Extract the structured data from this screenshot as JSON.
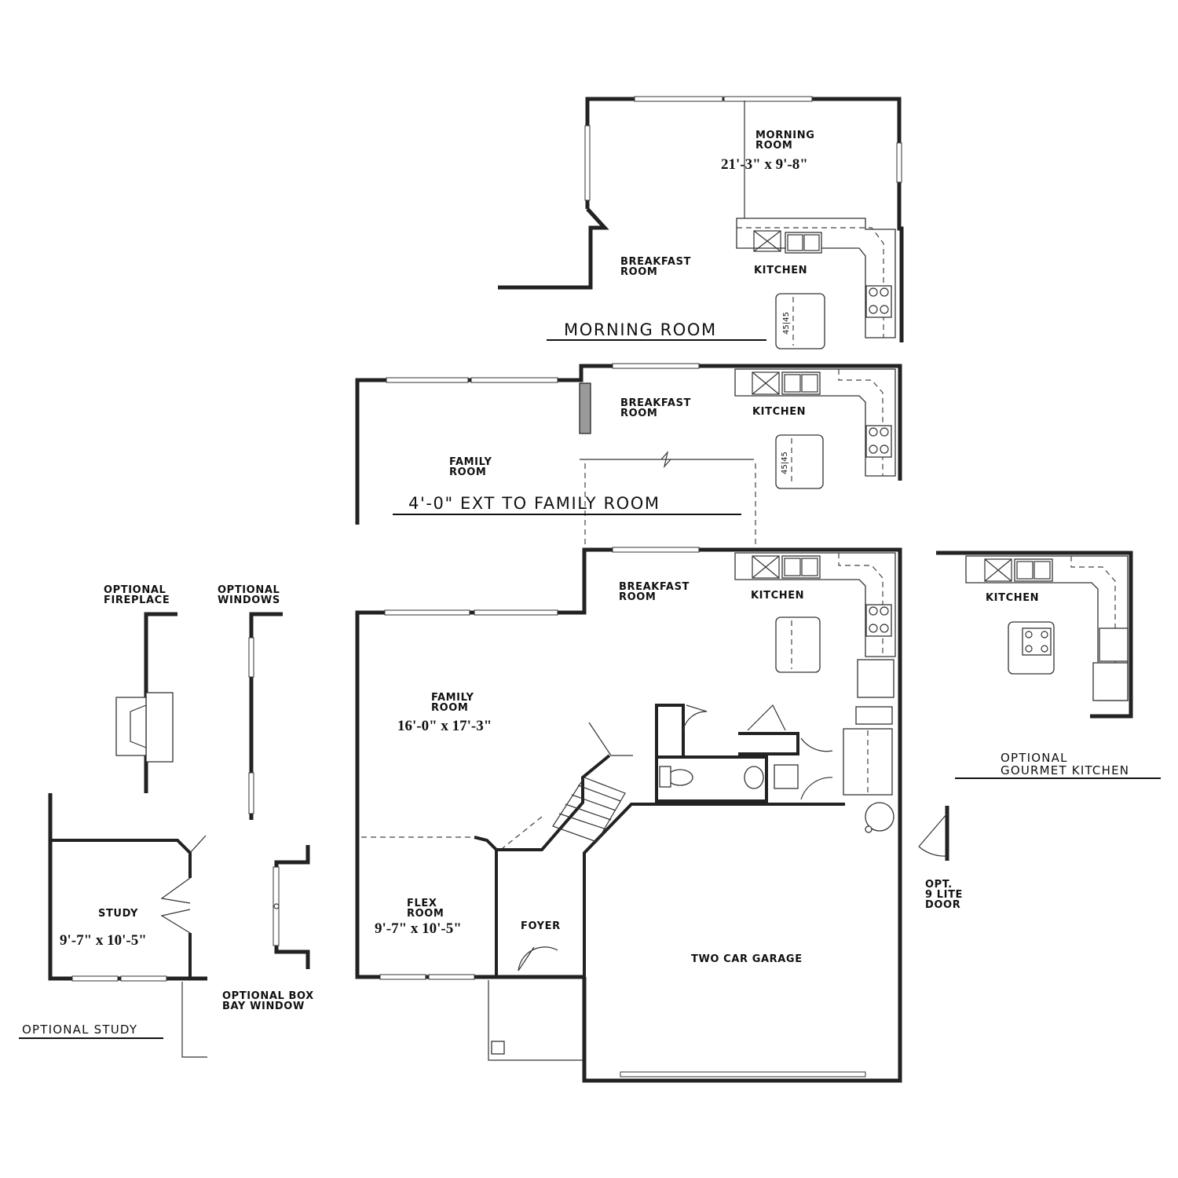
{
  "titles": {
    "morning_room": "MORNING ROOM",
    "ext_family_room": "4'-0\" EXT TO FAMILY ROOM",
    "optional_gourmet_kitchen_1": "OPTIONAL",
    "optional_gourmet_kitchen_2": "GOURMET KITCHEN",
    "optional_study": "OPTIONAL STUDY"
  },
  "morning_plan": {
    "morning_1": "MORNING",
    "morning_2": "ROOM",
    "morning_dim": "21'-3\" x 9'-8\"",
    "breakfast_1": "BREAKFAST",
    "breakfast_2": "ROOM",
    "kitchen": "KITCHEN",
    "island_code": "45|45"
  },
  "ext_plan": {
    "breakfast_1": "BREAKFAST",
    "breakfast_2": "ROOM",
    "kitchen": "KITCHEN",
    "family_1": "FAMILY",
    "family_2": "ROOM",
    "island_code": "45|45"
  },
  "main_plan": {
    "breakfast_1": "BREAKFAST",
    "breakfast_2": "ROOM",
    "kitchen": "KITCHEN",
    "family_1": "FAMILY",
    "family_2": "ROOM",
    "family_dim": "16'-0\" x 17'-3\"",
    "flex_1": "FLEX",
    "flex_2": "ROOM",
    "flex_dim": "9'-7\" x 10'-5\"",
    "foyer": "FOYER",
    "garage": "TWO CAR GARAGE"
  },
  "gourmet_plan": {
    "kitchen": "KITCHEN"
  },
  "options": {
    "fireplace_1": "OPTIONAL",
    "fireplace_2": "FIREPLACE",
    "windows_1": "OPTIONAL",
    "windows_2": "WINDOWS",
    "box_bay_1": "OPTIONAL BOX",
    "box_bay_2": "BAY WINDOW",
    "door_1": "OPT.",
    "door_2": "9 LITE",
    "door_3": "DOOR"
  },
  "study_plan": {
    "study": "STUDY",
    "study_dim": "9'-7\" x 10'-5\""
  }
}
